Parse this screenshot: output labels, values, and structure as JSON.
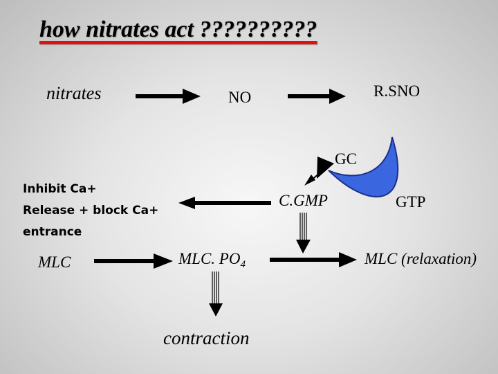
{
  "title": "how nitrates act ??????????",
  "labels": {
    "nitrates": "nitrates",
    "no": "NO",
    "rsno": "R.SNO",
    "gc": "GC",
    "cgmp": "C.GMP",
    "gtp": "GTP",
    "mlc": "MLC",
    "mlc_po4_main": "MLC. PO",
    "mlc_po4_sub": "4",
    "mlc_relaxation": "MLC (relaxation)",
    "contraction": "contraction"
  },
  "inhibit_lines": [
    "Inhibit Ca+",
    "Release + block Ca+",
    "entrance"
  ],
  "colors": {
    "title_underline": "#e01010",
    "gc_arc_fill": "#3a66e0",
    "arrow": "#000000"
  }
}
